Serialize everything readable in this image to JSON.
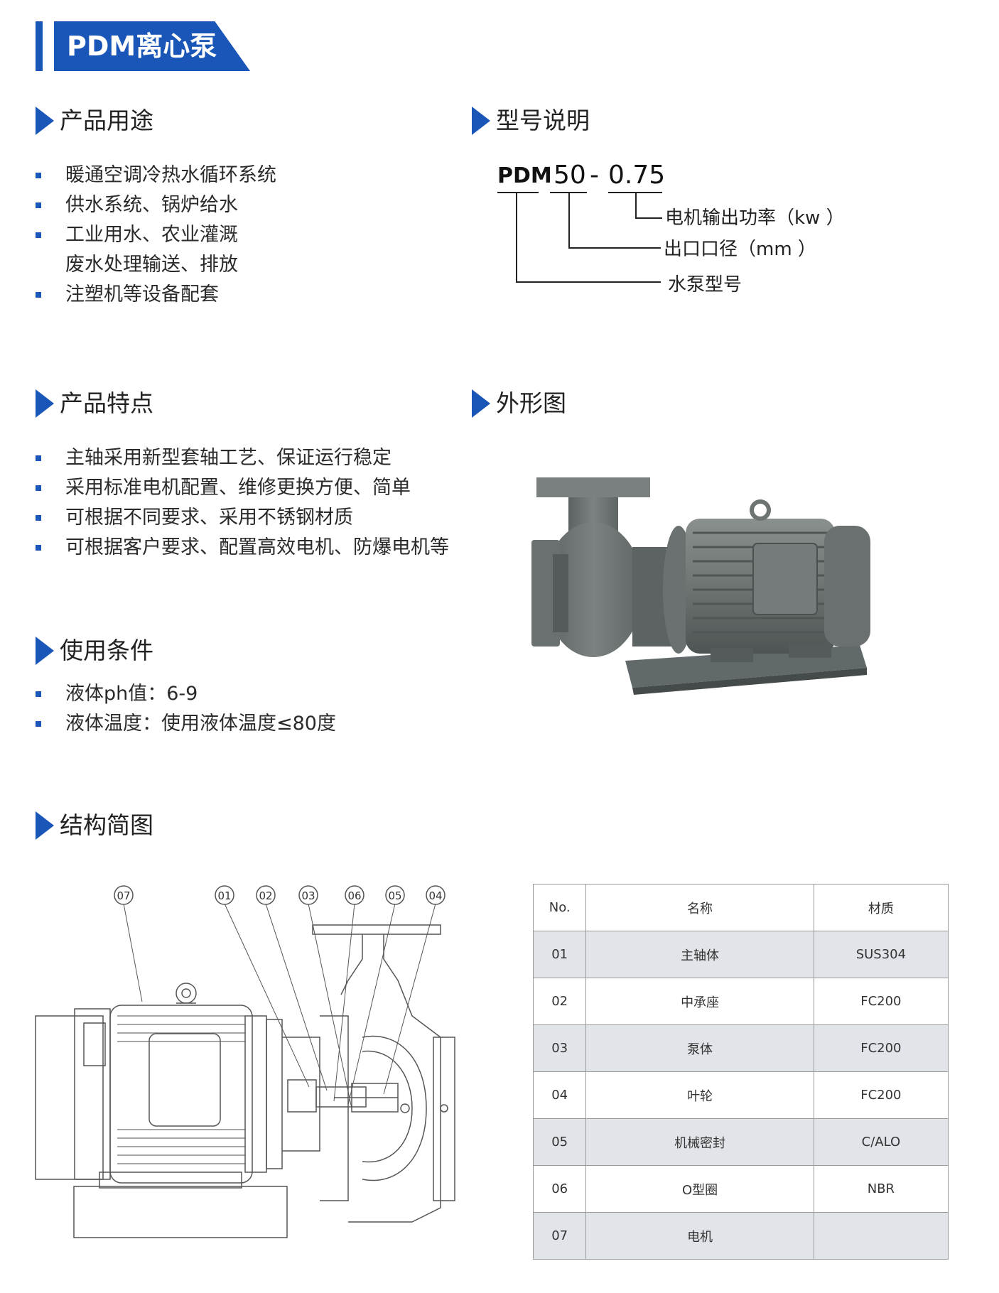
{
  "title": "PDM离心泵",
  "sections": {
    "usage": {
      "heading": "产品用途",
      "items": [
        "暖通空调冷热水循环系统",
        "供水系统、锅炉给水",
        "工业用水、农业灌溉",
        "废水处理输送、排放",
        "注塑机等设备配套"
      ]
    },
    "model": {
      "heading": "型号说明",
      "code_prefix": "PDM",
      "code_size": "50",
      "dash": "-",
      "code_power": "0.75",
      "label_power": "电机输出功率（kw ）",
      "label_diameter": "出口口径（mm ）",
      "label_type": "水泵型号"
    },
    "features": {
      "heading": "产品特点",
      "items": [
        "主轴采用新型套轴工艺、保证运行稳定",
        "采用标准电机配置、维修更换方便、简单",
        "可根据不同要求、采用不锈钢材质",
        "可根据客户要求、配置高效电机、防爆电机等"
      ]
    },
    "appearance": {
      "heading": "外形图"
    },
    "conditions": {
      "heading": "使用条件",
      "items": [
        "液体ph值：6-9",
        "液体温度：使用液体温度≤80度"
      ]
    },
    "structure": {
      "heading": "结构简图",
      "callouts": [
        "07",
        "01",
        "02",
        "03",
        "06",
        "05",
        "04"
      ]
    }
  },
  "table": {
    "headers": [
      "No.",
      "名称",
      "材质"
    ],
    "rows": [
      [
        "01",
        "主轴体",
        "SUS304"
      ],
      [
        "02",
        "中承座",
        "FC200"
      ],
      [
        "03",
        "泵体",
        "FC200"
      ],
      [
        "04",
        "叶轮",
        "FC200"
      ],
      [
        "05",
        "机械密封",
        "C/ALO"
      ],
      [
        "06",
        "O型圈",
        "NBR"
      ],
      [
        "07",
        "电机",
        ""
      ]
    ]
  },
  "colors": {
    "accent": "#1a56b8",
    "table_shade": "#e1e4e8",
    "pump_gray": "#6d7472"
  }
}
